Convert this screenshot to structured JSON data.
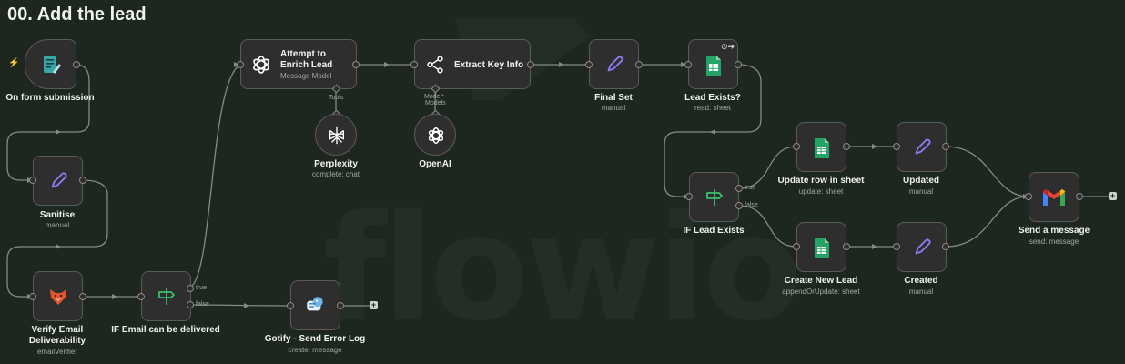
{
  "workflow": {
    "title": "00. Add the lead",
    "watermark": "flowio"
  },
  "nodes": {
    "form_trigger": {
      "label": "On form submission"
    },
    "sanitise": {
      "label": "Sanitise",
      "sub": "manual"
    },
    "verify_email": {
      "label1": "Verify Email",
      "label2": "Deliverability",
      "sub": "emailVerifier"
    },
    "if_email": {
      "label": "IF Email can be delivered",
      "true_label": "true",
      "false_label": "false"
    },
    "gotify": {
      "label": "Gotify - Send Error Log",
      "sub": "create: message"
    },
    "enrich": {
      "title1": "Attempt to",
      "title2": "Enrich Lead",
      "sub": "Message Model",
      "tools_label": "Tools"
    },
    "perplexity": {
      "label": "Perplexity",
      "sub": "complete: chat"
    },
    "extract": {
      "title": "Extract Key Info",
      "model_label": "Model*",
      "models_label": "Models"
    },
    "openai": {
      "label": "OpenAI"
    },
    "final_set": {
      "label": "Final Set",
      "sub": "manual"
    },
    "lead_exists": {
      "label": "Lead Exists?",
      "sub": "read: sheet"
    },
    "if_lead": {
      "label": "IF Lead Exists",
      "true_label": "true",
      "false_label": "false"
    },
    "update_row": {
      "label": "Update row in sheet",
      "sub": "update: sheet"
    },
    "create_lead": {
      "label": "Create New Lead",
      "sub": "appendOrUpdate: sheet"
    },
    "updated": {
      "label": "Updated",
      "sub": "manual"
    },
    "created": {
      "label": "Created",
      "sub": "manual"
    },
    "send_message": {
      "label": "Send a message",
      "sub": "send: message"
    }
  },
  "icons": {
    "form": "form-icon",
    "pencil": "pencil-icon",
    "verifier": "fox-icon",
    "branch": "signpost-icon",
    "gotify": "gotify-icon",
    "openai": "openai-icon",
    "perplexity": "perplexity-icon",
    "extract": "share-nodes-icon",
    "sheets": "google-sheets-icon",
    "gmail": "gmail-icon"
  },
  "colors": {
    "background": "#1e2620",
    "node": "#2e2e2e",
    "wire": "#8a8a8a",
    "pencil": "#8b7cf6",
    "sheets": "#21a464",
    "form": "#35a7a8",
    "verifier": "#e2542b",
    "gmail_red": "#ea4335"
  }
}
